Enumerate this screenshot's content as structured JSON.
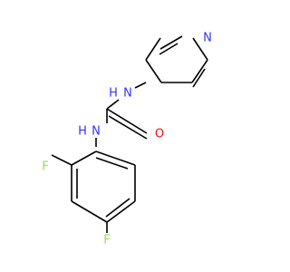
{
  "atoms": [
    {
      "id": "N_pyr",
      "label": "N",
      "color": "#3333ff"
    },
    {
      "id": "NH_top",
      "label": "H",
      "color": "#3333ff"
    },
    {
      "id": "N_top",
      "label": "N",
      "color": "#3333ff"
    },
    {
      "id": "O",
      "label": "O",
      "color": "#ff0d0d"
    },
    {
      "id": "NH_bot",
      "label": "H",
      "color": "#3333ff"
    },
    {
      "id": "N_bot",
      "label": "N",
      "color": "#3333ff"
    },
    {
      "id": "F_ortho",
      "label": "F",
      "color": "#90e050"
    },
    {
      "id": "F_para",
      "label": "F",
      "color": "#90e050"
    }
  ]
}
